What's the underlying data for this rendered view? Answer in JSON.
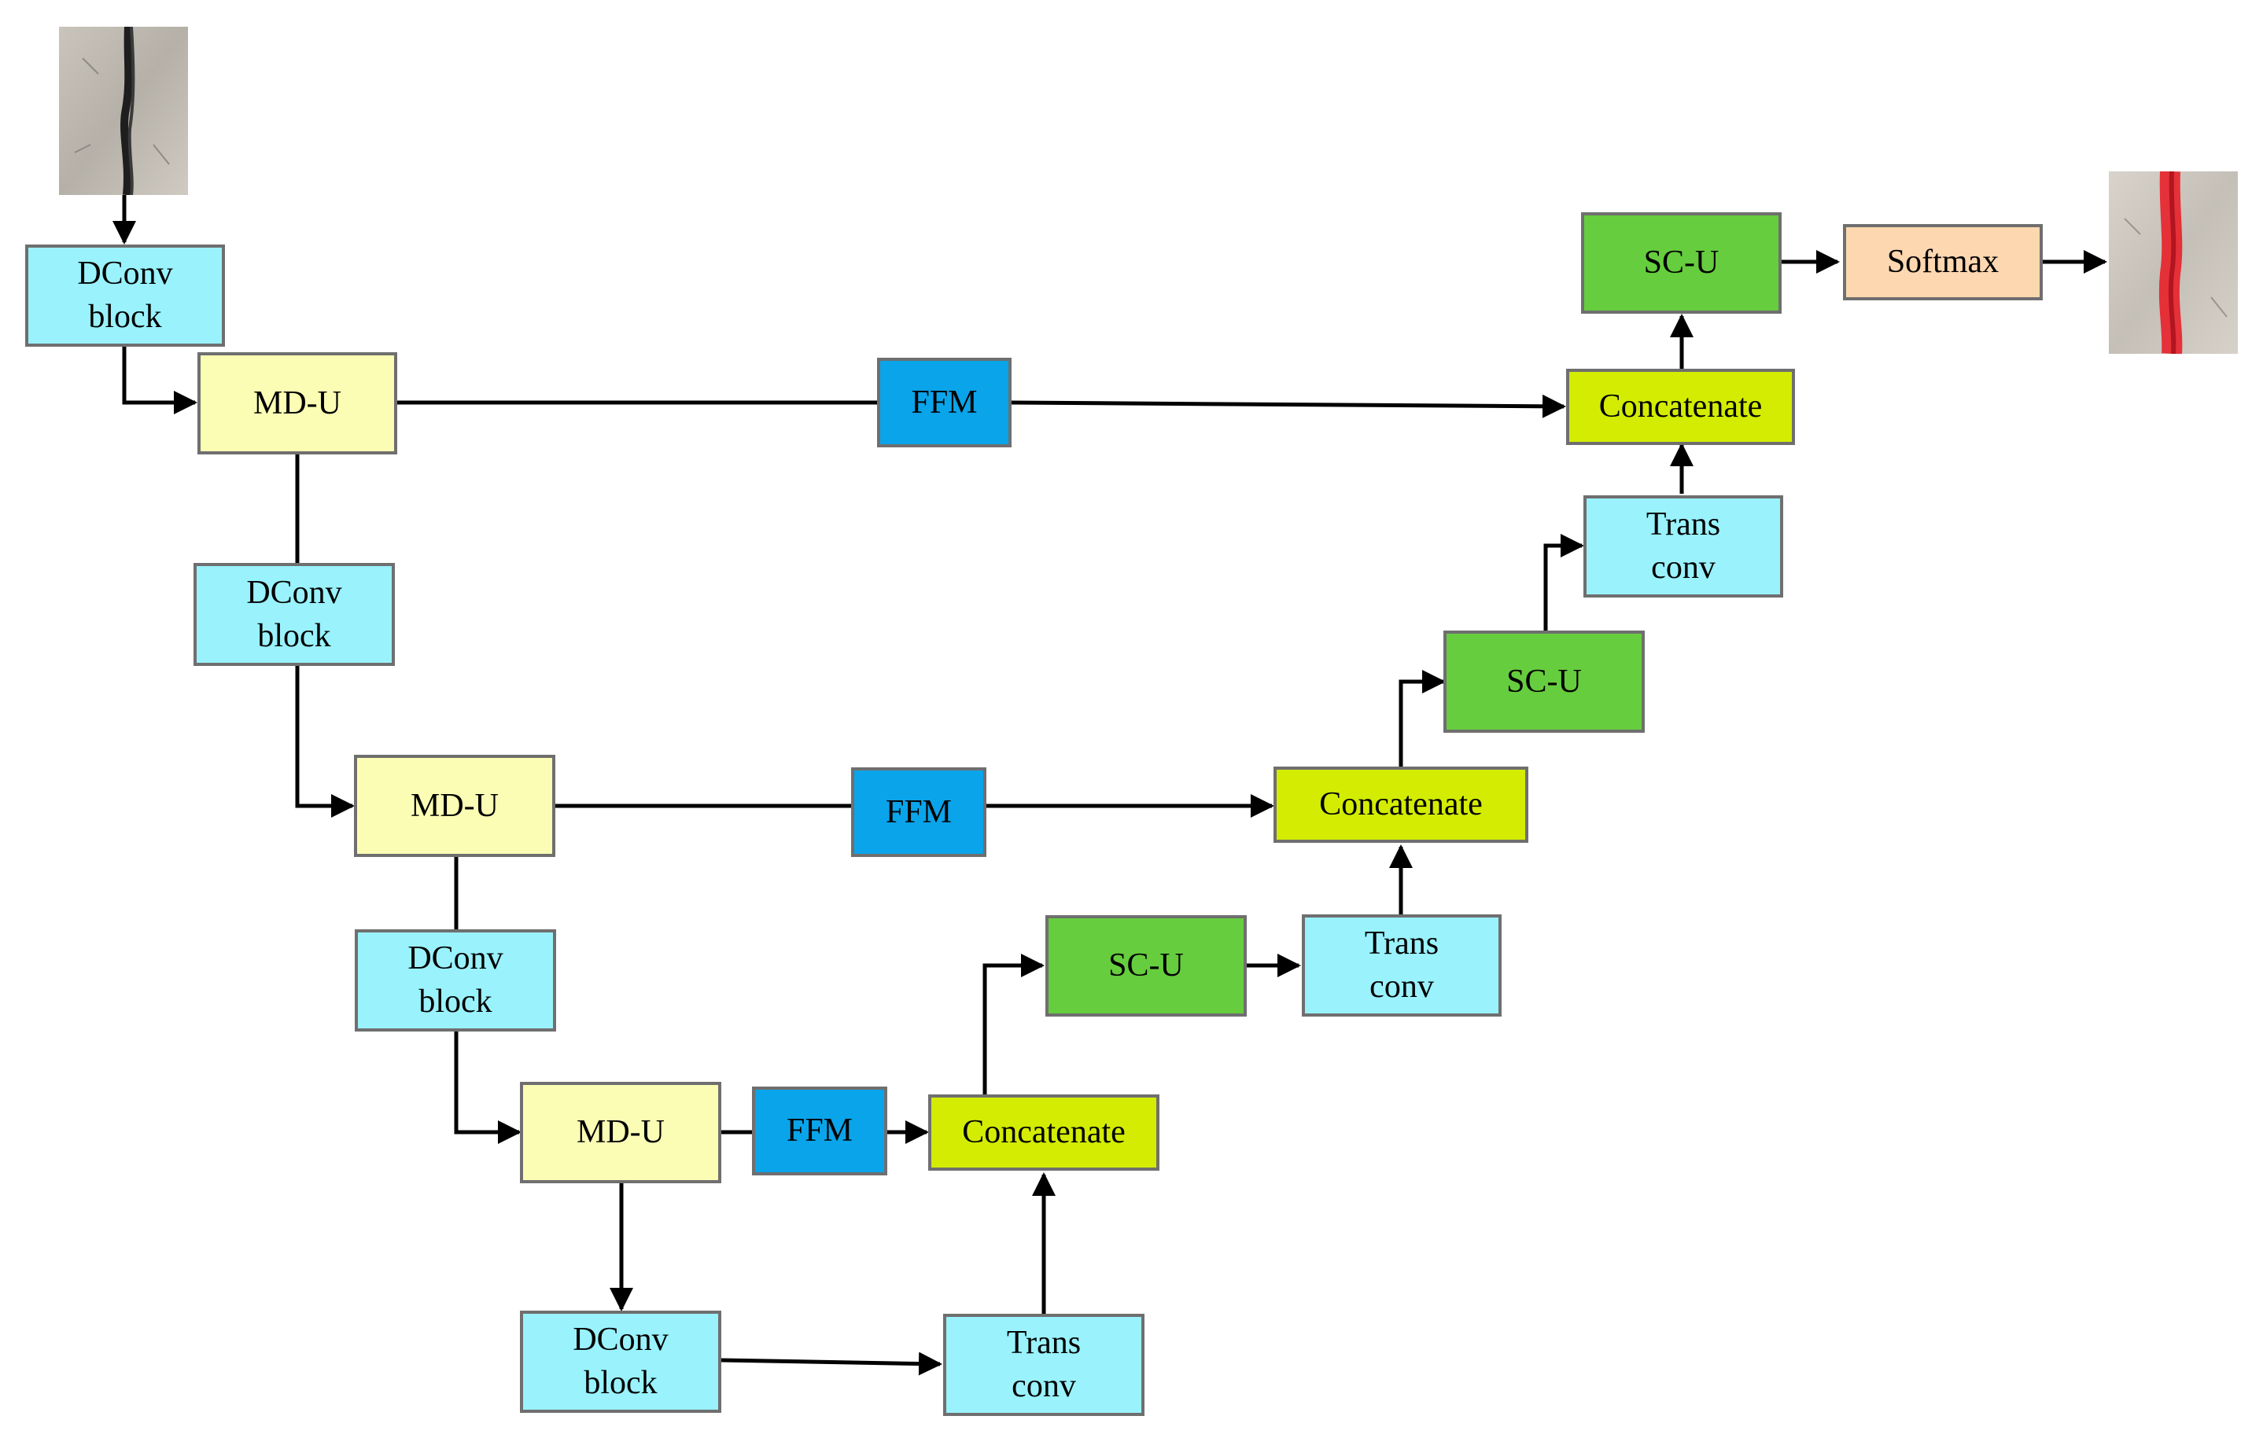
{
  "diagram": {
    "input_block": "DConv\nblock",
    "level1": {
      "mdu": "MD-U",
      "ffm": "FFM",
      "concat": "Concatenate",
      "scu": "SC-U",
      "softmax": "Softmax"
    },
    "level1_dconv": "DConv\nblock",
    "level2": {
      "mdu": "MD-U",
      "ffm": "FFM",
      "concat": "Concatenate",
      "scu": "SC-U",
      "trans": "Trans\nconv"
    },
    "level2_dconv": "DConv\nblock",
    "level3": {
      "mdu": "MD-U",
      "ffm": "FFM",
      "concat": "Concatenate",
      "scu": "SC-U",
      "trans": "Trans\nconv"
    },
    "bottom": {
      "dconv": "DConv\nblock",
      "trans": "Trans\nconv"
    },
    "input_image": "crack-photo",
    "output_image": "segmented-crack-photo",
    "colors": {
      "dconv": "#99f2fc",
      "mdu": "#fbfdb5",
      "ffm": "#0aa4ea",
      "concat": "#d3ec02",
      "scu": "#66cd3e",
      "softmax": "#fcd7b0",
      "border": "#6f6f6f",
      "arrow": "#000000",
      "segmentation": "#e8202a"
    }
  }
}
